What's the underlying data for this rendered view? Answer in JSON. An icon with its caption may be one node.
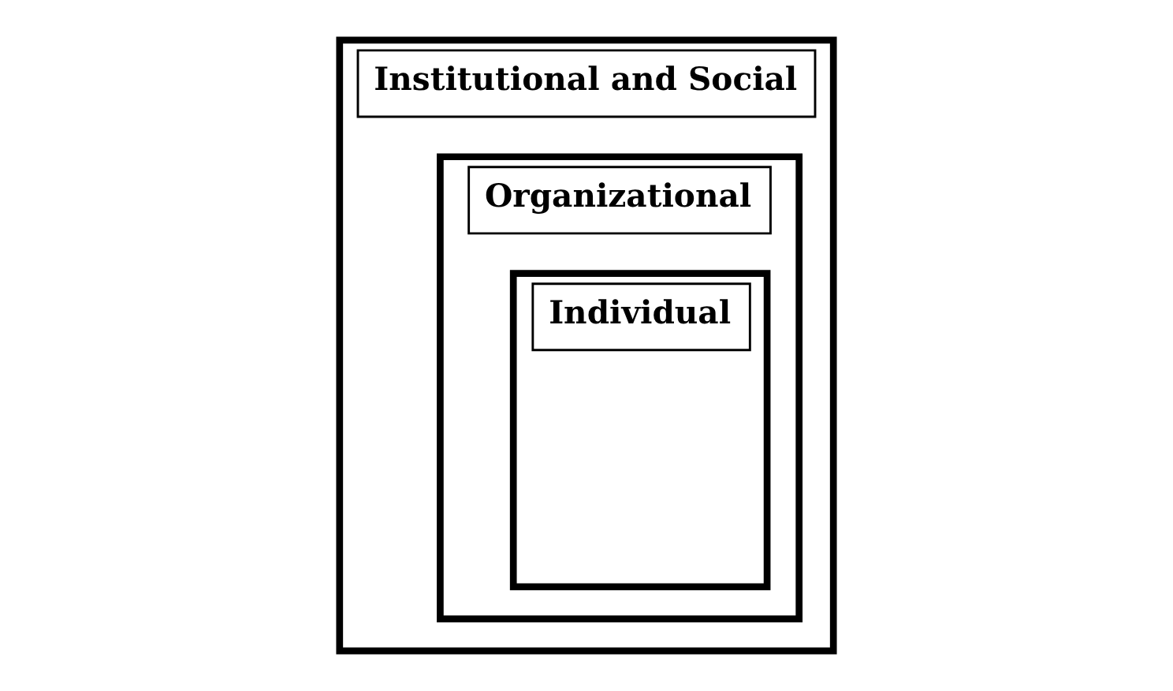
{
  "diagram": {
    "nodes": [
      {
        "text": [
          "Institutional and Social"
        ]
      },
      {
        "text": [
          "Organizational"
        ],
        "in": 0
      },
      {
        "text": [
          "Individual"
        ],
        "in": 1
      }
    ]
  }
}
